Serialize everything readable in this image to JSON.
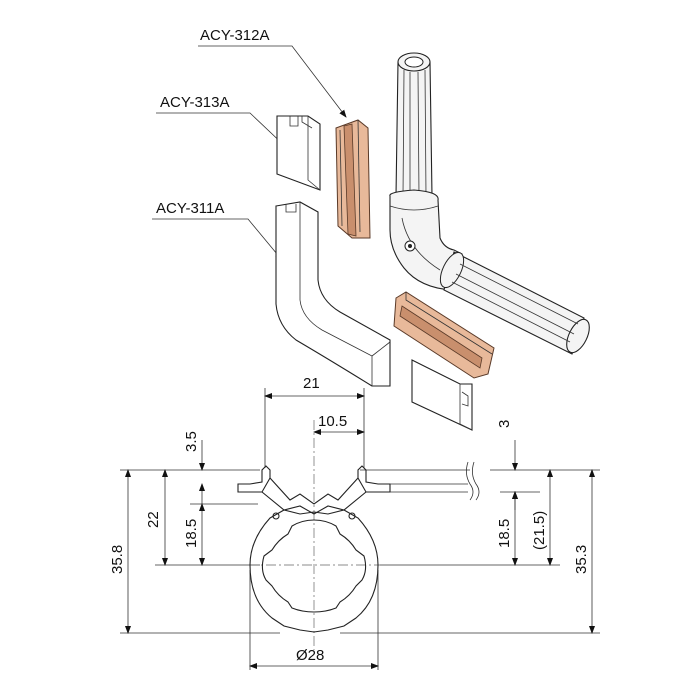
{
  "parts": {
    "acy_312a": "ACY-312A",
    "acy_313a": "ACY-313A",
    "acy_311a": "ACY-311A"
  },
  "dimensions": {
    "d21": "21",
    "d10_5": "10.5",
    "d3_5": "3.5",
    "d3": "3",
    "d22": "22",
    "d18_5_left": "18.5",
    "d35_8": "35.8",
    "d18_5_right": "18.5",
    "d21_5": "(21.5)",
    "d35_3": "35.3",
    "d28": "Ø28"
  },
  "colors": {
    "copper": "#e8b99a",
    "line": "#222222"
  }
}
